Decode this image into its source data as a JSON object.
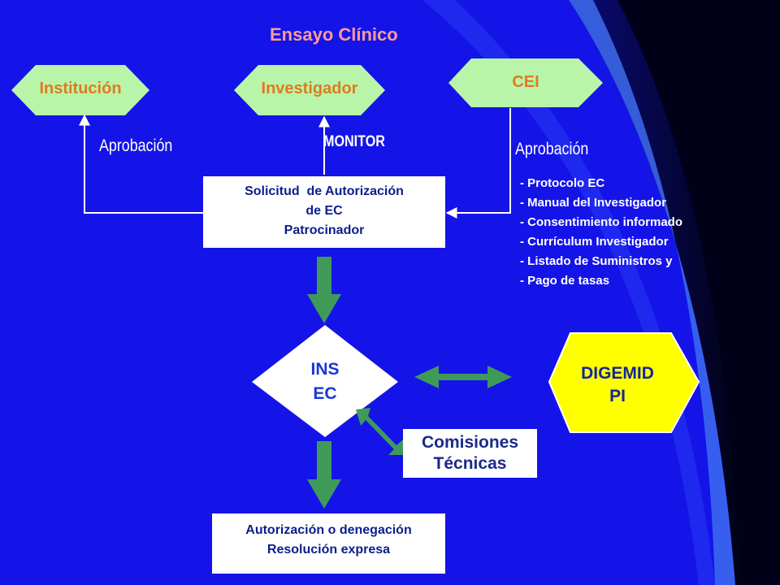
{
  "title": "Ensayo Clínico",
  "nodes": {
    "institucion": "Institución",
    "investigador": "Investigador",
    "cei": "CEI",
    "solicitud": [
      "Solicitud  de Autorización",
      "de EC",
      "Patrocinador"
    ],
    "ins": [
      "INS",
      "EC"
    ],
    "digemid": [
      "DIGEMID",
      "PI"
    ],
    "comisiones": [
      "Comisiones",
      "Técnicas"
    ],
    "autorizacion": [
      "Autorización o denegación",
      "Resolución expresa"
    ]
  },
  "edge_labels": {
    "aprobacion_left": "Aprobación",
    "monitor": "MONITOR",
    "aprobacion_right": "Aprobación"
  },
  "documents": [
    "- Protocolo EC",
    "- Manual del Investigador",
    "- Consentimiento informado",
    "- Currículum  Investigador",
    "- Listado de Suministros y",
    "- Pago de tasas"
  ],
  "colors": {
    "background": "#1212e6",
    "hexagon_fill": "#b9f5a9",
    "hexagon_text": "#e07a20",
    "digemid_fill": "#ffff00",
    "arrow_green": "#3f9a5a",
    "title": "#ff9999"
  }
}
